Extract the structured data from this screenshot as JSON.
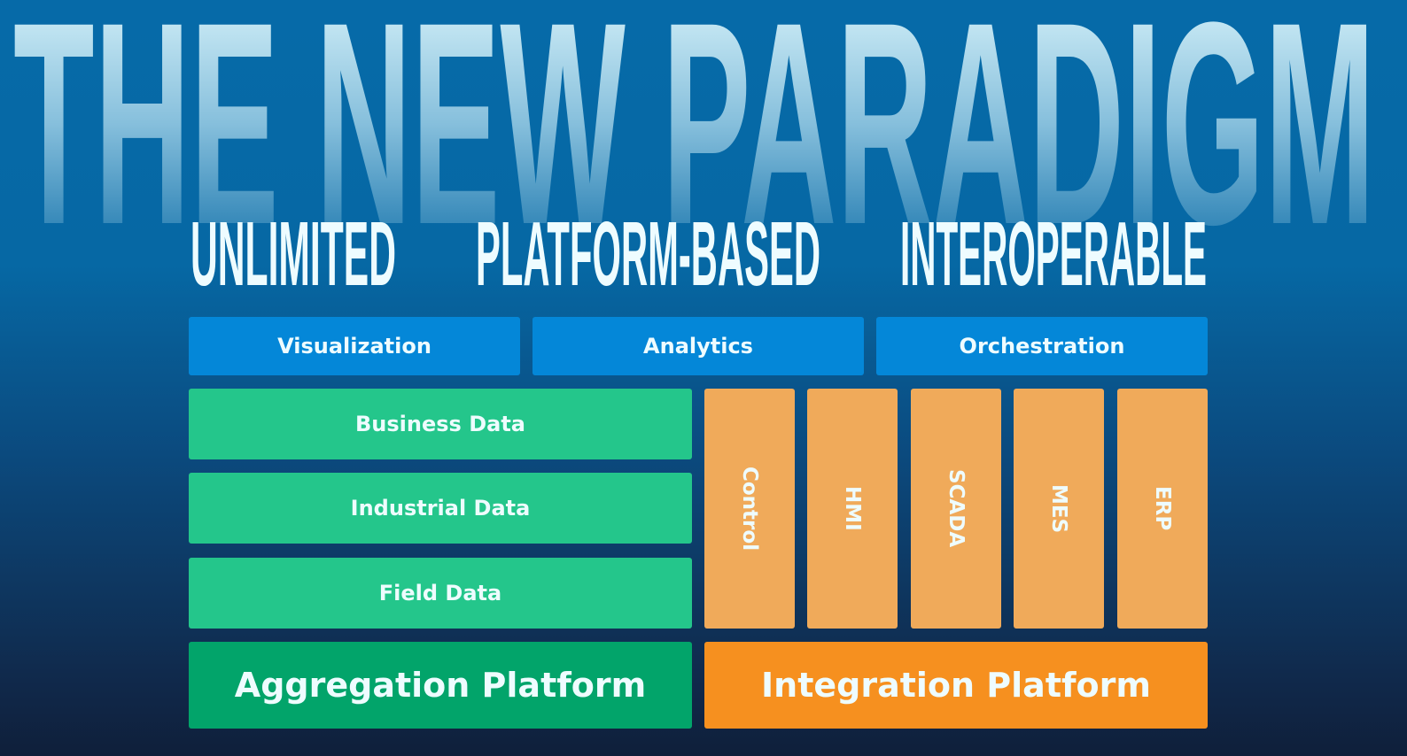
{
  "title": "THE NEW PARADIGM",
  "pillars": [
    "UNLIMITED",
    "PLATFORM-BASED",
    "INTEROPERABLE"
  ],
  "top_layer": [
    "Visualization",
    "Analytics",
    "Orchestration"
  ],
  "data_layers": [
    "Business Data",
    "Industrial Data",
    "Field Data"
  ],
  "systems": [
    "Control",
    "HMI",
    "SCADA",
    "MES",
    "ERP"
  ],
  "platforms": {
    "aggregation": "Aggregation Platform",
    "integration": "Integration Platform"
  },
  "colors": {
    "blue": "#0487d8",
    "green": "#24c68b",
    "dark_green": "#02a46a",
    "orange_light": "#f0aa5a",
    "orange": "#f6901f"
  }
}
